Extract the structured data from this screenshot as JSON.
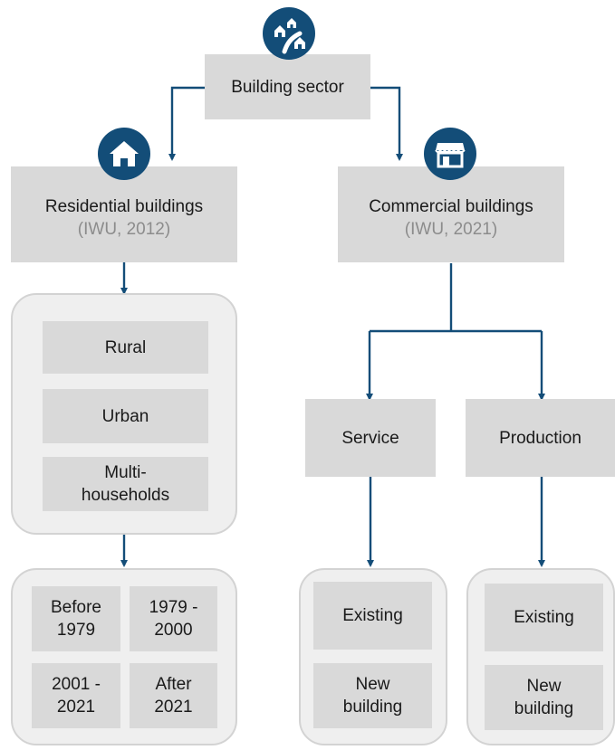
{
  "colors": {
    "accent": "#134d78",
    "box": "#d9d9d9",
    "group": "#efefef"
  },
  "root": {
    "label": "Building sector",
    "icon": "houses-road-icon"
  },
  "residential": {
    "label": "Residential buildings",
    "source": "(IWU, 2012)",
    "icon": "house-icon",
    "types": [
      "Rural",
      "Urban",
      "Multi-\nhouseholds"
    ],
    "periods": [
      "Before\n1979",
      "1979 -\n2000",
      "2001 -\n2021",
      "After\n2021"
    ]
  },
  "commercial": {
    "label": "Commercial buildings",
    "source": "(IWU, 2021)",
    "icon": "storefront-icon",
    "service": {
      "label": "Service",
      "states": [
        "Existing",
        "New\nbuilding"
      ]
    },
    "production": {
      "label": "Production",
      "states": [
        "Existing",
        "New\nbuilding"
      ]
    }
  }
}
